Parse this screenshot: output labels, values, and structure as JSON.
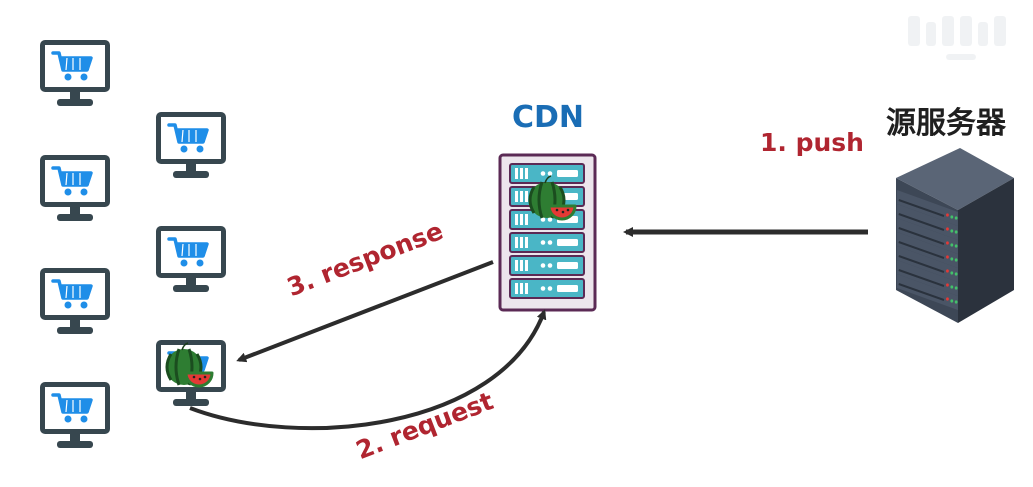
{
  "cdn": {
    "title": "CDN"
  },
  "origin": {
    "title": "源服务器"
  },
  "steps": {
    "push": "1. push",
    "request": "2. request",
    "response": "3. response"
  },
  "clients": [
    {
      "icon": "shopping-cart-monitor-icon"
    },
    {
      "icon": "shopping-cart-monitor-icon"
    },
    {
      "icon": "shopping-cart-monitor-icon"
    },
    {
      "icon": "shopping-cart-monitor-icon"
    },
    {
      "icon": "shopping-cart-monitor-icon"
    },
    {
      "icon": "shopping-cart-monitor-icon"
    },
    {
      "icon": "shopping-cart-monitor-icon"
    },
    {
      "icon": "shopping-cart-monitor-icon",
      "overlay": "watermelon-icon"
    }
  ],
  "colors": {
    "cdn_title": "#1a6db5",
    "step_label": "#b02530",
    "arrow": "#2c2c2c",
    "monitor_frame": "#37474f",
    "cart": "#1f8ee8",
    "server_rack": "#5b2a55",
    "server_unit": "#4ab6c6",
    "origin_server": "#3d4756"
  }
}
